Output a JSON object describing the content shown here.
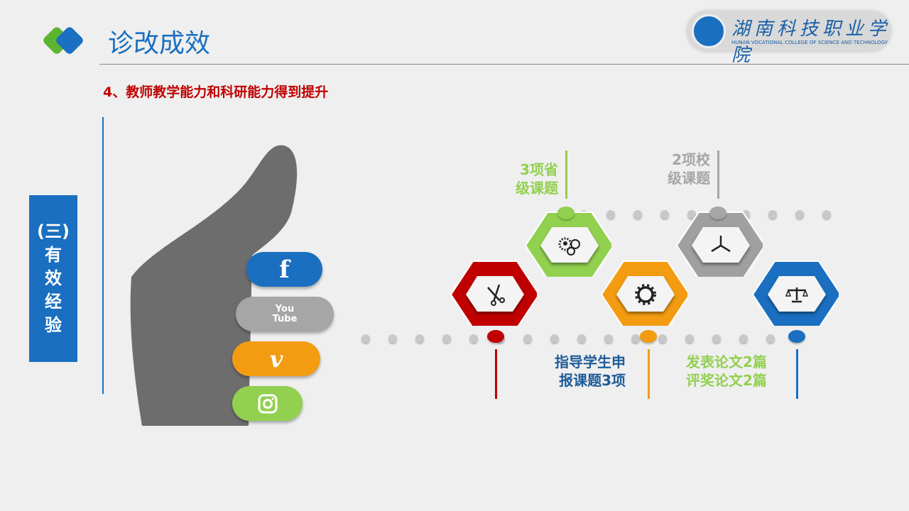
{
  "header": {
    "title": "诊改成效",
    "subtitle": "4、教师教学能力和科研能力得到提升"
  },
  "logo": {
    "name_cn": "湖南科技职业学院",
    "name_en": "HUNAN VOCATIONAL COLLEGE OF SCIENCE AND TECHNOLOGY"
  },
  "sidebar": {
    "lines": [
      "(三)",
      "有",
      "效",
      "经",
      "验"
    ]
  },
  "social": {
    "facebook": "f",
    "youtube_top": "You",
    "youtube_bottom": "Tube",
    "vimeo": "v"
  },
  "timeline": {
    "top_labels": [
      {
        "text": [
          "3项省",
          "级课题"
        ],
        "color": "#92d050"
      },
      {
        "text": [
          "2项校",
          "级课题"
        ],
        "color": "#a6a6a6"
      }
    ],
    "bottom_labels": [
      {
        "text": [
          "指导学生申",
          "报课题3项"
        ],
        "color": "#1f5c99"
      },
      {
        "text": [
          "发表论文2篇",
          "评奖论文2篇"
        ],
        "color": "#92d050"
      }
    ],
    "hexes": [
      {
        "icon": "scissors-icon",
        "color": "#c00000"
      },
      {
        "icon": "gears-icon",
        "color": "#92d050"
      },
      {
        "icon": "gear-icon",
        "color": "#f39c12"
      },
      {
        "icon": "wind-turbine-icon",
        "color": "#a0a0a0"
      },
      {
        "icon": "scale-icon",
        "color": "#1a6fc0"
      }
    ]
  }
}
